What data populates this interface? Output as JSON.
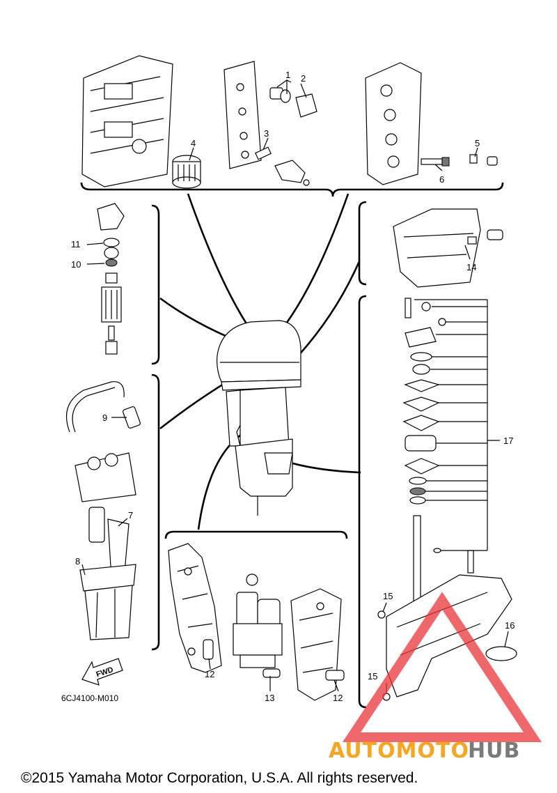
{
  "callouts": {
    "c1": "1",
    "c2": "2",
    "c3": "3",
    "c4": "4",
    "c5": "5",
    "c6": "6",
    "c7": "7",
    "c8": "8",
    "c9": "9",
    "c10": "10",
    "c11": "11",
    "c12a": "12",
    "c12b": "12",
    "c13": "13",
    "c14": "14",
    "c15a": "15",
    "c15b": "15",
    "c16": "16",
    "c17": "17"
  },
  "diagram_code": "6CJ4100-M010",
  "fwd_label": "FWD",
  "watermark": {
    "part1": "AUTOMOTO",
    "part2": "HUB",
    "color1": "#f5a623",
    "color2": "#7a7a7a",
    "triangle_color": "#e8343a"
  },
  "copyright": "©2015 Yamaha Motor Corporation, U.S.A. All rights reserved."
}
